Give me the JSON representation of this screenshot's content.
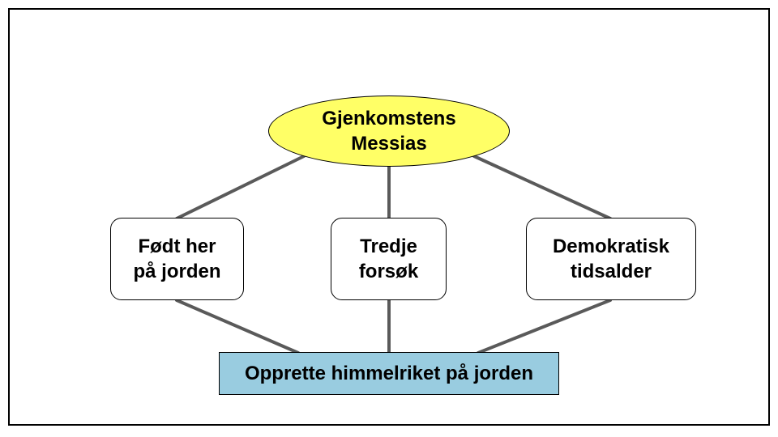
{
  "colors": {
    "ellipse_fill": "#FFFF66",
    "bottom_fill": "#99CCE0",
    "connector": "#5a5a5a",
    "border": "#000000"
  },
  "diagram": {
    "top": {
      "label": "Gjenkomstens\nMessias"
    },
    "middle": [
      {
        "label": "Født her\npå jorden"
      },
      {
        "label": "Tredje\nforsøk"
      },
      {
        "label": "Demokratisk\ntidsalder"
      }
    ],
    "bottom": {
      "label": "Opprette himmelriket på jorden"
    }
  }
}
